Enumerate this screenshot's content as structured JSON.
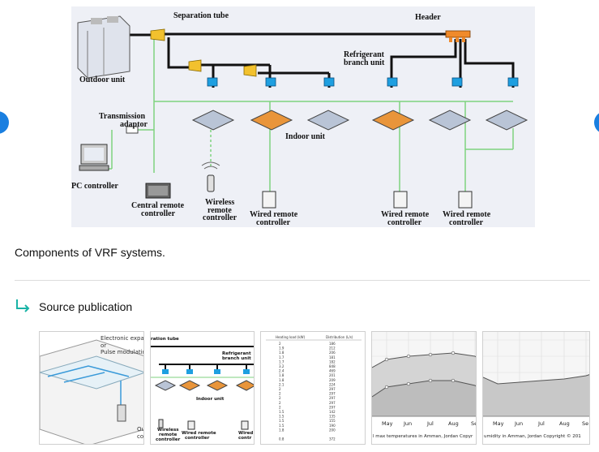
{
  "figure": {
    "labels": {
      "separation_tube": "Separation tube",
      "header": "Header",
      "outdoor_unit": "Outdoor unit",
      "refrigerant_branch_unit_1": "Refrigerant",
      "refrigerant_branch_unit_2": "branch unit",
      "transmission_adaptor_1": "Transmission",
      "transmission_adaptor_2": "adaptor",
      "indoor_unit": "Indoor unit",
      "pc_controller": "PC controller",
      "central_remote_1": "Central remote",
      "central_remote_2": "controller",
      "wireless_remote_1": "Wireless",
      "wireless_remote_2": "remote",
      "wireless_remote_3": "controller",
      "wired_remote_1": "Wired remote",
      "wired_remote_2": "controller"
    }
  },
  "caption": "Components of VRF systems.",
  "source": {
    "label": "Source publication"
  },
  "thumbnails": {
    "t1": {
      "line1": "Electronic expans",
      "line2": "or",
      "line3": "Pulse modulating",
      "side1": "Ou",
      "side2": "co"
    },
    "t2": {
      "sep": "ration tube",
      "refrig1": "Refrigerant",
      "refrig2": "branch unit",
      "indoor": "Indoor unit",
      "wireless1": "Wireless",
      "wireless2": "remote",
      "wireless3": "controller",
      "wired1": "Wired remote",
      "wired2": "controller",
      "wired_right1": "Wired",
      "wired_right2": "contr"
    },
    "t3": {
      "h1": "Heating load (kW)",
      "h2": "Distribution (L/s)",
      "rows": [
        [
          "2",
          "186"
        ],
        [
          "1.9",
          "212"
        ],
        [
          "1.8",
          "206"
        ],
        [
          "1.7",
          "181"
        ],
        [
          "1.7",
          "182"
        ],
        [
          "3.2",
          "848"
        ],
        [
          "2.4",
          "469"
        ],
        [
          "1.8",
          "201"
        ],
        [
          "1.8",
          "209"
        ],
        [
          "2.1",
          "224"
        ],
        [
          "2",
          "297"
        ],
        [
          "2",
          "297"
        ],
        [
          "2",
          "297"
        ],
        [
          "2",
          "297"
        ],
        [
          "2",
          "297"
        ],
        [
          "1.5",
          "142"
        ],
        [
          "1.5",
          "135"
        ],
        [
          "1.5",
          "155"
        ],
        [
          "1.5",
          "190"
        ],
        [
          "1.8",
          "200"
        ],
        [
          "",
          ""
        ],
        [
          "0.8",
          "372"
        ]
      ]
    },
    "t4": {
      "months": [
        "May",
        "Jun",
        "Jul",
        "Aug",
        "Se"
      ],
      "caption": "l max temperatures in Amman, Jordan  Copyr"
    },
    "t5": {
      "months": [
        "May",
        "Jun",
        "Jul",
        "Aug",
        "Se"
      ],
      "caption": "umidity in Amman, Jordan  Copyright © 201"
    }
  }
}
